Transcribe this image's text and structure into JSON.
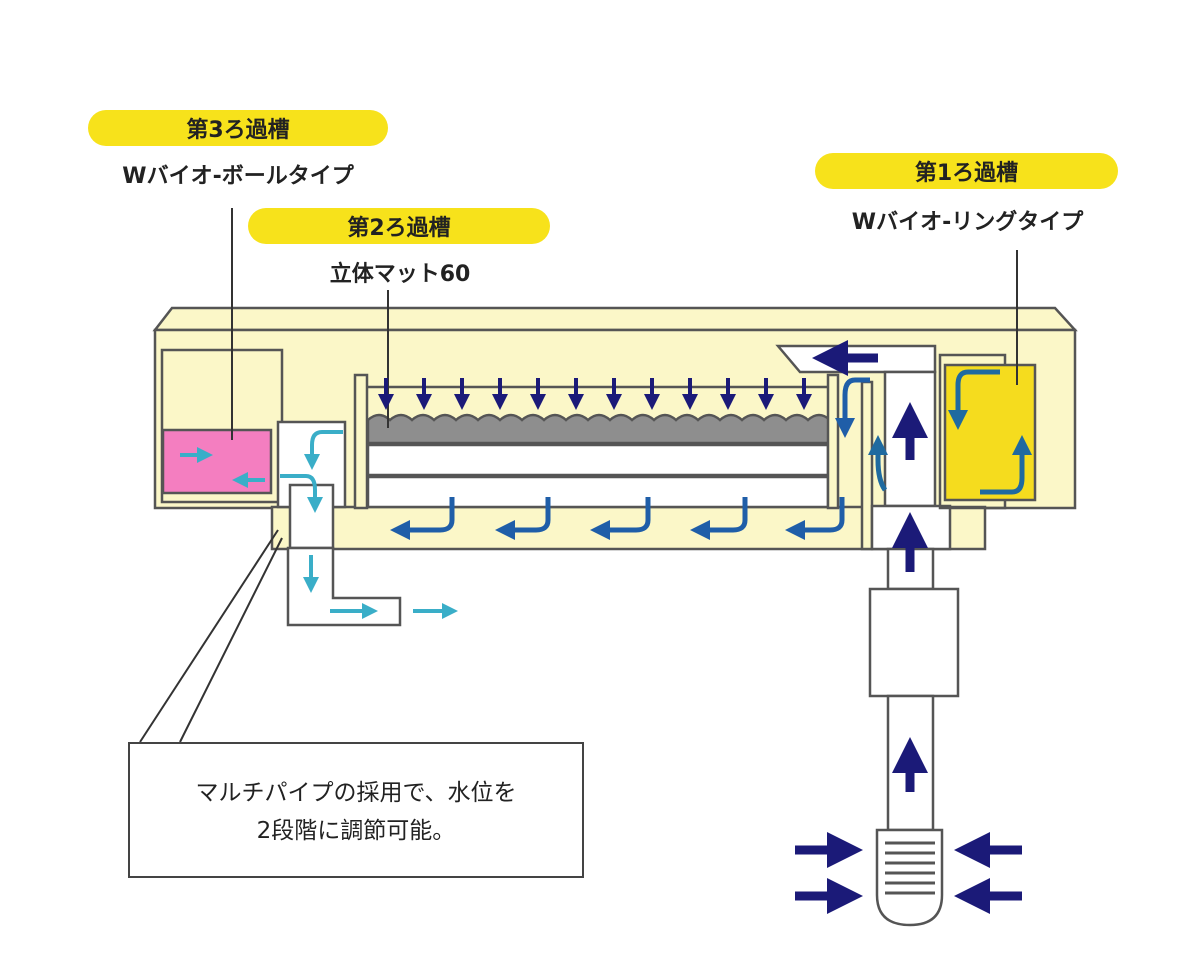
{
  "labels": {
    "tank3": {
      "title": "第3ろ過槽",
      "media": "Wバイオ-ボールタイプ"
    },
    "tank2": {
      "title": "第2ろ過槽",
      "media": "立体マット60"
    },
    "tank1": {
      "title": "第1ろ過槽",
      "media": "Wバイオ-リングタイプ"
    }
  },
  "callout": {
    "line1": "マルチパイプの採用で、水位を",
    "line2": "2段階に調節可能。"
  },
  "colors": {
    "housing": "#fbf7c8",
    "pill": "#f7e21b",
    "tank3_media": "#f47ec0",
    "tank1_media": "#f5dc1e",
    "mat": "#8e8e8e",
    "arrow_dark": "#1b1a78",
    "arrow_blue": "#1f5ea8",
    "arrow_cyan": "#3aaec8"
  }
}
